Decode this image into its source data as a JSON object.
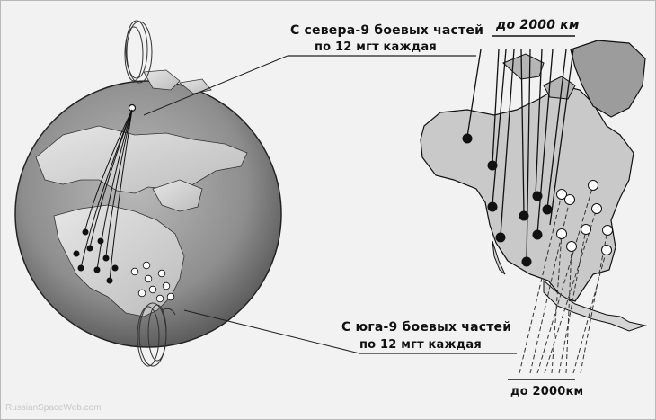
{
  "labels": {
    "north_line1": "С севера-9 боевых частей",
    "north_line2": "по 12 мгт каждая",
    "range_top": "до 2000 км",
    "south_line1": "С юга-9 боевых частей",
    "south_line2": "по 12 мгт каждая",
    "range_bottom": "до 2000км"
  },
  "watermark": "RussianSpaceWeb.com",
  "colors": {
    "background": "#f2f2f2",
    "globe": "#9a9a9a",
    "land": "#d8d8d8",
    "ink": "#111111"
  }
}
